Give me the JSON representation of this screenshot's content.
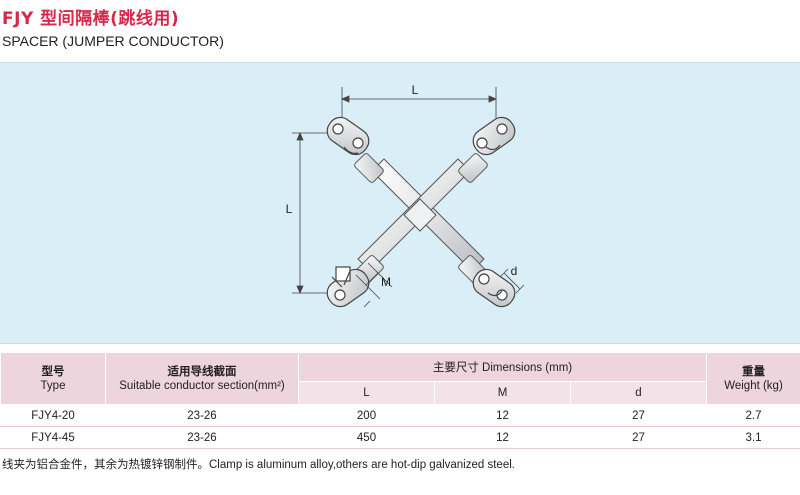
{
  "title": {
    "cn": "FJY 型间隔棒(跳线用)",
    "en": "SPACER (JUMPER CONDUCTOR)"
  },
  "figure": {
    "dim_top": "L",
    "dim_left": "L",
    "dim_m": "M",
    "dim_d": "d"
  },
  "table": {
    "headers": {
      "type_cn": "型号",
      "type_en": "Type",
      "section_cn": "适用导线截面",
      "section_en": "Suitable conductor section(mm²)",
      "dims_group": "主要尺寸 Dimensions (mm)",
      "dim_L": "L",
      "dim_M": "M",
      "dim_d": "d",
      "weight_cn": "重量",
      "weight_en": "Weight (kg)"
    },
    "rows": [
      {
        "type": "FJY4-20",
        "section": "23-26",
        "L": "200",
        "M": "12",
        "d": "27",
        "weight": "2.7"
      },
      {
        "type": "FJY4-45",
        "section": "23-26",
        "L": "450",
        "M": "12",
        "d": "27",
        "weight": "3.1"
      }
    ]
  },
  "footnote": "线夹为铝合金件，其余为热镀锌钢制件。Clamp is aluminum alloy,others are hot-dip galvanized steel."
}
